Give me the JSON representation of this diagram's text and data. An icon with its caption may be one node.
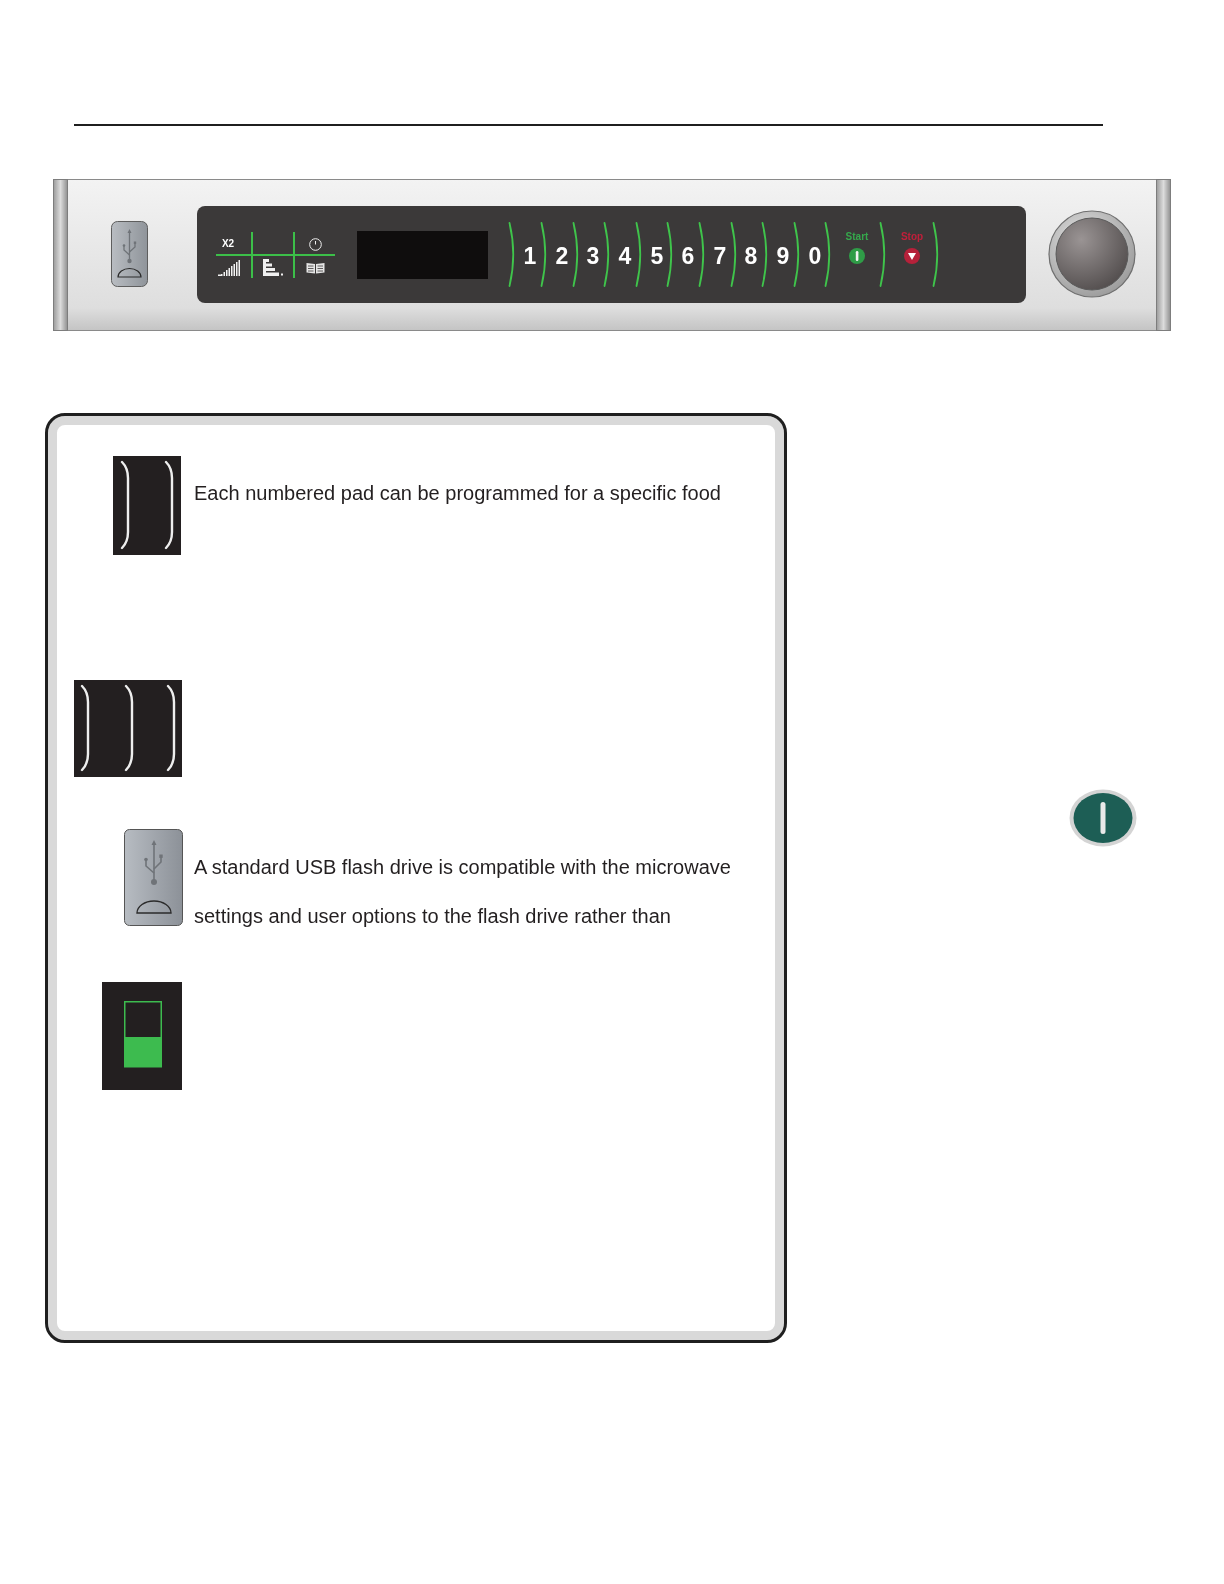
{
  "diagram": {
    "nodes": [
      {
        "text": [
          "X2",
          "1",
          "2",
          "3",
          "4",
          "5",
          "6",
          "7",
          "8",
          "9",
          "0",
          "Start",
          "Stop"
        ]
      },
      {
        "text": [],
        "shape": "box",
        "in": 0
      },
      {
        "text": [
          "Each numbered pad can be programmed for a specific food",
          "A standard USB flash drive is compatible with the microwave settings and user options to the flash drive rather than"
        ]
      }
    ]
  }
}
